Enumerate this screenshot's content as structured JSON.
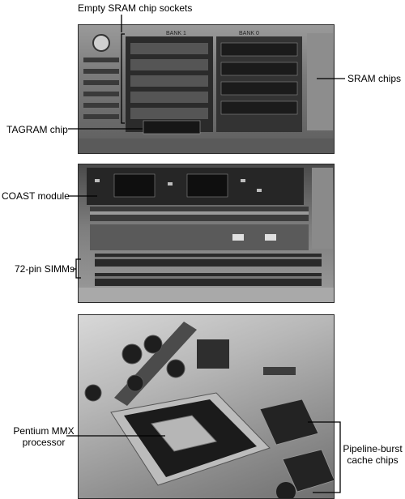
{
  "labels": {
    "empty_sram_sockets": "Empty SRAM chip sockets",
    "sram_chips": "SRAM chips",
    "tagram_chip": "TAGRAM chip",
    "coast_module": "COAST module",
    "simms_72pin": "72-pin SIMMs",
    "pentium_mmx_line1": "Pentium MMX",
    "pentium_mmx_line2": "processor",
    "pipeline_line1": "Pipeline-burst",
    "pipeline_line2": "cache chips"
  },
  "board_text": {
    "bank1": "BANK 1",
    "bank0": "BANK 0"
  }
}
